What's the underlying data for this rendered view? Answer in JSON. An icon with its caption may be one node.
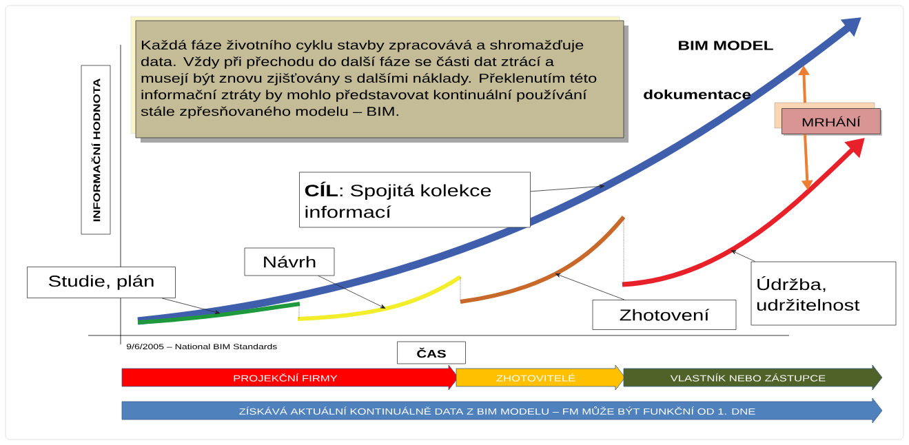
{
  "diagram": {
    "nodes": [
      {
        "text": [
          "Každá fáze životního cyklu stavby zpracovává a shromažďuje data. Vždy při přechodu do další fáze se části dat ztrácí a musejí být znovu zjišťovány s dalšími náklady. Překlenutím této informační ztráty by mohlo představovat kontinuální používání stále zpřesňovaného modelu – BIM."
        ]
      },
      {
        "text": [
          "MRHÁNÍ"
        ]
      },
      {
        "text": [
          "INFORMAČNÍ HODNOTA"
        ]
      },
      {
        "text": [
          "**CÍL**: Spojitá kolekce informací"
        ]
      },
      {
        "text": [
          "Návrh"
        ]
      },
      {
        "text": [
          "Studie, plán"
        ]
      },
      {
        "text": [
          "Údržba, udržitelnost"
        ]
      },
      {
        "text": [
          "Zhotovení"
        ]
      },
      {
        "text": [
          "ČAS"
        ]
      },
      {
        "text": [
          "PROJEKČNÍ FIRMY"
        ]
      },
      {
        "text": [
          "ZHOTOVITELÉ"
        ]
      },
      {
        "text": [
          "VLASTNÍK NEBO ZÁSTUPCE"
        ]
      },
      {
        "text": [
          "ZÍSKÁVÁ AKTUÁLNÍ KONTINUÁLNĚ DATA Z BIM MODELU – FM MŮŽE BÝT FUNKČNÍ OD 1. DNE"
        ]
      }
    ],
    "edges": [
      {
        "from": 3,
        "to": null,
        "arrow": "to"
      },
      {
        "from": 4,
        "to": null,
        "arrow": "to"
      },
      {
        "from": 5,
        "to": null,
        "arrow": "to"
      },
      {
        "from": 7,
        "to": null,
        "arrow": "to"
      },
      {
        "from": 6,
        "to": null,
        "arrow": "to"
      },
      {
        "from": 1,
        "to": null,
        "arrow": "to",
        "style": "thick",
        "color": "#ed7d31"
      },
      {
        "from": 1,
        "to": null,
        "arrow": "to",
        "style": "thick",
        "color": "#ed7d31"
      }
    ],
    "labels": [
      "BIM MODEL",
      "dokumentace",
      "9/6/2005 – National BIM Standards"
    ]
  }
}
